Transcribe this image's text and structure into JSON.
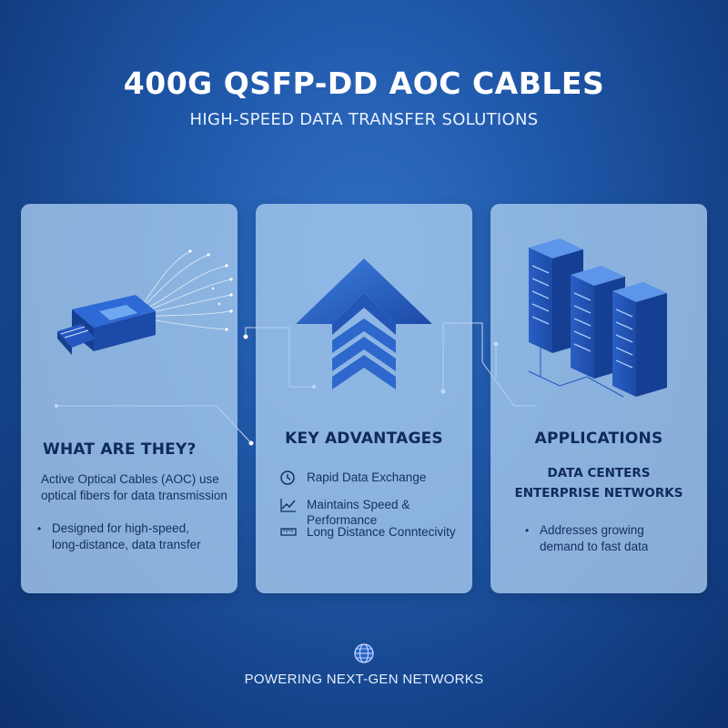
{
  "header": {
    "title": "400G QSFP-DD AOC CABLES",
    "subtitle": "HIGH-SPEED DATA TRANSFER SOLUTIONS"
  },
  "cards": {
    "what": {
      "heading": "WHAT ARE THEY?",
      "description": "Active Optical Cables (AOC) use optical fibers for data transmission",
      "bullet": "Designed for high-speed, long-distance, data transfer",
      "illustration": "aoc-cable-connector-icon"
    },
    "advantages": {
      "heading": "KEY ADVANTAGES",
      "illustration": "up-arrow-chevrons-icon",
      "items": [
        {
          "icon": "clock-icon",
          "label": "Rapid Data Exchange"
        },
        {
          "icon": "line-chart-icon",
          "label": "Maintains Speed & Performance"
        },
        {
          "icon": "ruler-icon",
          "label": "Long Distance Conntecivity"
        }
      ]
    },
    "applications": {
      "heading": "APPLICATIONS",
      "illustration": "server-racks-icon",
      "items": [
        "DATA CENTERS",
        "ENTERPRISE NETWORKS"
      ],
      "bullet": "Addresses growing demand to fast data"
    }
  },
  "footer": {
    "icon": "globe-icon",
    "text": "POWERING NEXT-GEN NETWORKS"
  },
  "colors": {
    "background": "#1f57a8",
    "card": "#aacdf0",
    "accent": "#2a64c8",
    "text_dark": "#102a5c",
    "text_light": "#ffffff"
  }
}
